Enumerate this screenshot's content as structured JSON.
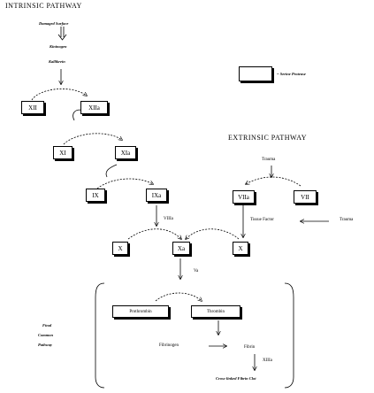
{
  "titles": {
    "intrinsic": "INTRINSIC PATHWAY",
    "extrinsic": "EXTRINSIC PATHWAY"
  },
  "labels": {
    "damaged_surface": "Damaged Surface",
    "kininogen": "Kininogen",
    "kallikrein": "Kallikrein",
    "legend_serine": "= Serine Protease",
    "trauma_top": "Trauma",
    "trauma_right": "Trauma",
    "tissue_factor": "Tissue Factor",
    "viiia": "VIIIa",
    "va": "Va",
    "fibrinogen": "Fibrinogen",
    "fibrin": "Fibrin",
    "xiiia": "XIIIa",
    "crosslinked": "Cross-linked Fibrin Clot",
    "final_common_1": "Final",
    "final_common_2": "Common",
    "final_common_3": "Pathway"
  },
  "boxes": {
    "xii": "XII",
    "xiia": "XIIa",
    "xi": "XI",
    "xia": "XIa",
    "ix": "IX",
    "ixa": "IXa",
    "viia": "VIIa",
    "vii": "VII",
    "x_left": "X",
    "xa": "Xa",
    "x_right": "X",
    "prothrombin": "Prothrombin",
    "thrombin": "Thrombin"
  }
}
